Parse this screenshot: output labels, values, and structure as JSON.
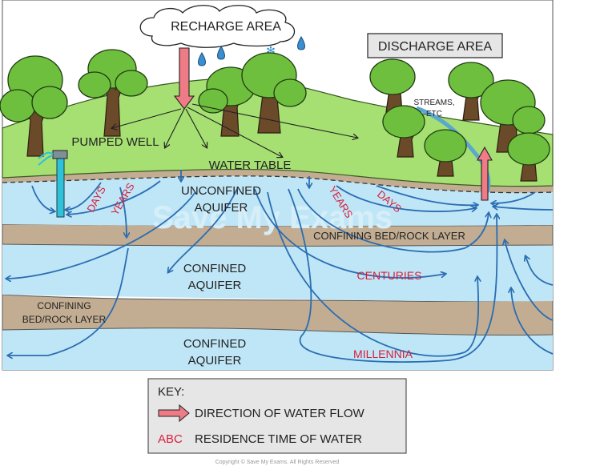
{
  "labels": {
    "recharge_area": "RECHARGE AREA",
    "discharge_area": "DISCHARGE AREA",
    "streams": "STREAMS,",
    "etc": "ETC",
    "pumped_well": "PUMPED WELL",
    "water_table": "WATER TABLE",
    "unconfined_1": "UNCONFINED",
    "unconfined_2": "AQUIFER",
    "confining_bed_right": "CONFINING BED/ROCK LAYER",
    "confined_1_line1": "CONFINED",
    "confined_1_line2": "AQUIFER",
    "confining_left_1": "CONFINING",
    "confining_left_2": "BED/ROCK LAYER",
    "confined_2_line1": "CONFINED",
    "confined_2_line2": "AQUIFER"
  },
  "residence_times": {
    "days_left": "DAYS",
    "years_left": "YEARS",
    "years_right": "YEARS",
    "days_right": "DAYS",
    "centuries": "CENTURIES",
    "millennia": "MILLENNIA"
  },
  "key": {
    "title": "KEY:",
    "flow_label": "DIRECTION OF WATER FLOW",
    "abc_sample": "ABC",
    "residence_label": "RESIDENCE TIME OF WATER"
  },
  "watermark": "Save My Exams",
  "copyright": "Copyright © Save My Exams. All Rights Reserved",
  "colors": {
    "sky": "#ffffff",
    "grass": "#a6df72",
    "water": "#bfe6f6",
    "rock": "#c2ad92",
    "flow_arrow": "#2a6db3",
    "direction_arrow": "#ee7b86",
    "residence_text": "#d81e3c",
    "key_background": "#e6e6e6"
  }
}
